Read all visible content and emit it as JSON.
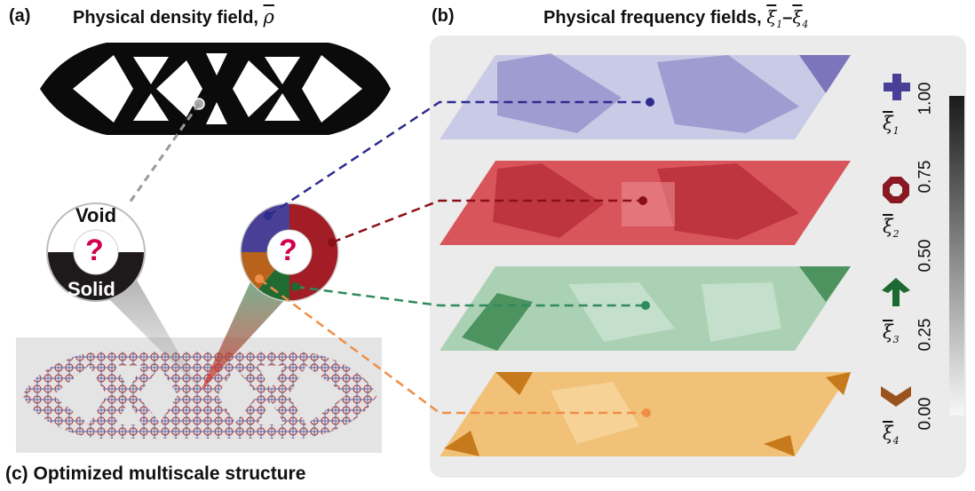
{
  "panel_a": {
    "tag": "(a)",
    "title": "Physical density field, ",
    "symbol": "ρ"
  },
  "panel_b": {
    "tag": "(b)",
    "title": "Physical frequency fields, ",
    "symbol_start": "ξ",
    "sub_start": "1",
    "dash": "–",
    "symbol_end": "ξ",
    "sub_end": "4"
  },
  "panel_c": {
    "label": "(c) Optimized multiscale structure"
  },
  "void_solid_circle": {
    "void_label": "Void",
    "solid_label": "Solid",
    "question": "?"
  },
  "frequency_circle": {
    "question": "?"
  },
  "fields": [
    {
      "symbol": "ξ",
      "sub": "1",
      "color": "#4a3f96",
      "fill": "#c8c9e6",
      "icon": "plus-icon"
    },
    {
      "symbol": "ξ",
      "sub": "2",
      "color": "#a01b24",
      "fill": "#d9545b",
      "icon": "octagon-ring-icon"
    },
    {
      "symbol": "ξ",
      "sub": "3",
      "color": "#1c6a2f",
      "fill": "#a9d0b3",
      "icon": "arrow-up-icon"
    },
    {
      "symbol": "ξ",
      "sub": "4",
      "color": "#b5621a",
      "fill": "#f0c177",
      "icon": "chevron-down-icon"
    }
  ],
  "colorbar": {
    "ticks": [
      "0.00",
      "0.25",
      "0.50",
      "0.75",
      "1.00"
    ]
  }
}
